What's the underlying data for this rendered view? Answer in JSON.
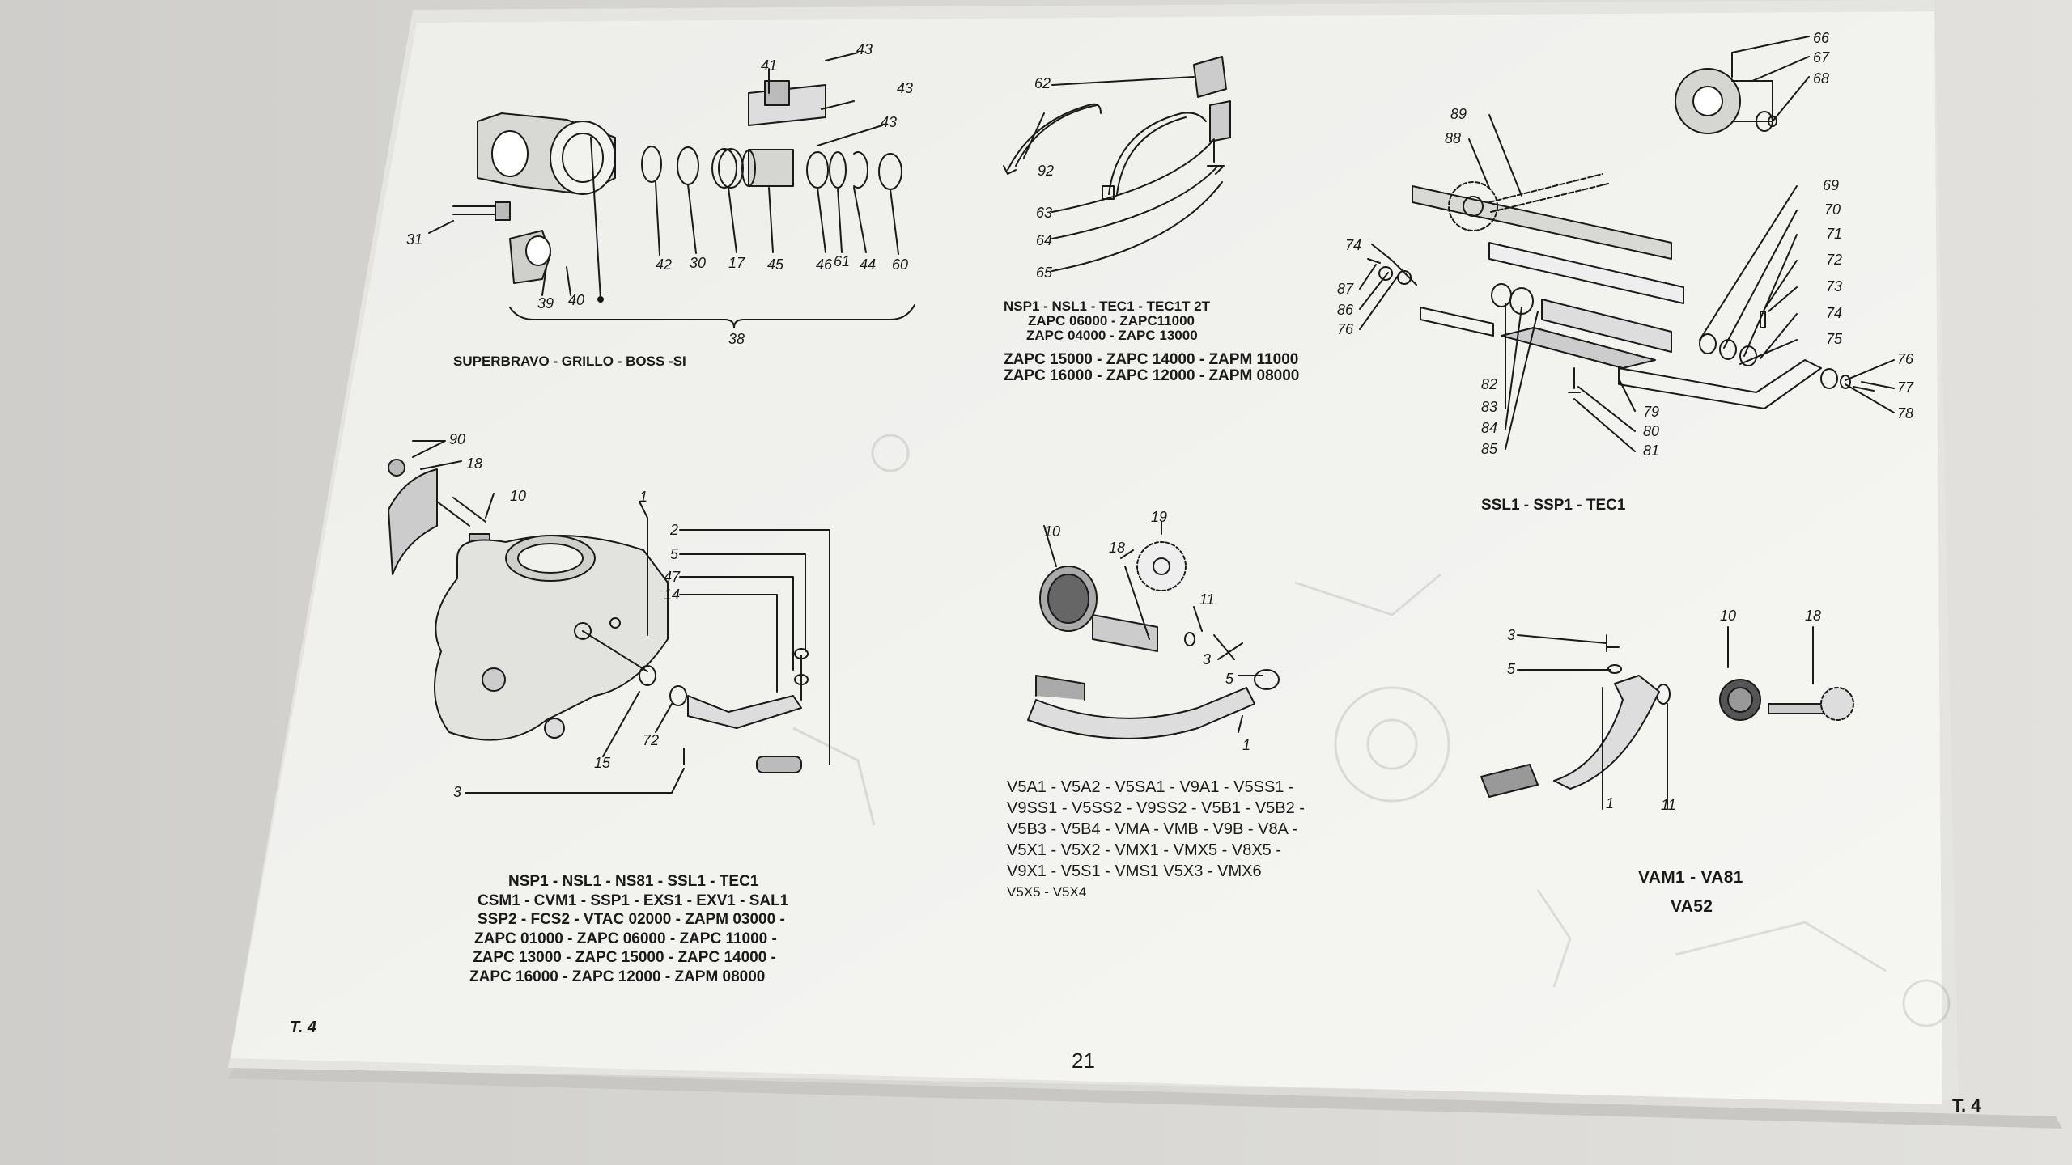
{
  "page_number": "21",
  "table_label_left": "T. 4",
  "table_label_right": "T. 4",
  "captions": {
    "top_left": "SUPERBRAVO - GRILLO - BOSS -SI",
    "top_center": [
      "NSP1 - NSL1 - TEC1 - TEC1T 2T",
      "ZAPC 06000 - ZAPC11000",
      "ZAPC 04000 - ZAPC 13000",
      "ZAPC 15000 - ZAPC 14000 - ZAPM 11000",
      "ZAPC 16000 - ZAPC 12000 - ZAPM 08000"
    ],
    "top_right": "SSL1 - SSP1 - TEC1",
    "bottom_left": [
      "NSP1 - NSL1 - NS81 - SSL1 - TEC1",
      "CSM1 - CVM1 - SSP1 - EXS1 - EXV1 - SAL1",
      "SSP2 - FCS2 - VTAC 02000 - ZAPM 03000 -",
      "ZAPC 01000 - ZAPC 06000 - ZAPC 11000 -",
      "ZAPC 13000 - ZAPC 15000 - ZAPC 14000 -",
      "ZAPC 16000 - ZAPC 12000 - ZAPM 08000"
    ],
    "bottom_center": [
      "V5A1 - V5A2 - V5SA1 - V9A1 - V5SS1 -",
      "V9SS1 - V5SS2 - V9SS2 - V5B1 - V5B2 -",
      "V5B3 - V5B4 - VMA - VMB - V9B - V8A -",
      "V5X1 - V5X2 - VMX1 - VMX5 - V8X5 -",
      "V9X1 - V5S1 - VMS1   V5X3 - VMX6",
      "V5X5 - V5X4"
    ],
    "bottom_right": [
      "VAM1 - VA81",
      "VA52"
    ]
  },
  "callouts": {
    "d1": [
      "41",
      "43",
      "43",
      "43",
      "31",
      "42",
      "30",
      "17",
      "45",
      "46",
      "61",
      "44",
      "60",
      "39",
      "40",
      "38"
    ],
    "d2": [
      "62",
      "92",
      "63",
      "64",
      "65"
    ],
    "d3": [
      "66",
      "67",
      "68",
      "89",
      "88",
      "69",
      "70",
      "71",
      "72",
      "73",
      "74",
      "75",
      "76",
      "77",
      "78",
      "74",
      "87",
      "86",
      "76",
      "82",
      "83",
      "84",
      "85",
      "79",
      "80",
      "81"
    ],
    "d4": [
      "90",
      "18",
      "10",
      "1",
      "2",
      "5",
      "47",
      "14",
      "15",
      "72",
      "3"
    ],
    "d5": [
      "19",
      "18",
      "10",
      "11",
      "3",
      "5",
      "1"
    ],
    "d6": [
      "10",
      "18",
      "3",
      "5",
      "1",
      "11"
    ]
  },
  "colors": {
    "paper": "#f2f2ef",
    "ink": "#1a1a1a",
    "background": "#d9d8d4"
  }
}
